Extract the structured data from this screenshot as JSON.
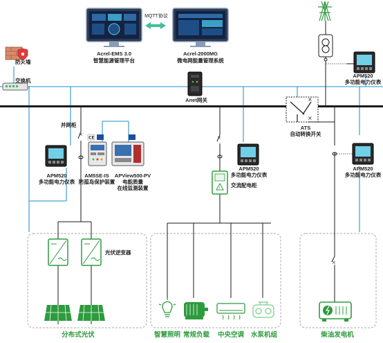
{
  "colors": {
    "bus": "#1a1a1a",
    "comm_line": "#4aa3d8",
    "green": "#2d9b3e",
    "dashed_box": "#aaaaaa"
  },
  "top": {
    "protocol": "MQTT协议",
    "ems_name": "Acrel-EMS 3.0",
    "ems_desc": "智慧能源管理平台",
    "mg_name": "Acrel-2000MG",
    "mg_desc": "微电网能量管理系统"
  },
  "network": {
    "firewall": "防火墙",
    "switch": "交换机",
    "gateway": "Anet网关"
  },
  "meters": {
    "apm_model": "APM520",
    "apm_desc": "多功能电力仪表"
  },
  "ats": {
    "name": "ATS",
    "desc": "自动转换开关"
  },
  "pv_branch": {
    "grid_cabinet": "并网柜",
    "amsse_name": "AM5SE-IS",
    "amsse_desc": "防孤岛保护装置",
    "apview_name": "APView500-PV",
    "apview_desc1": "电能质量",
    "apview_desc2": "在线监测装置",
    "inverter": "光伏逆变器",
    "pv_label": "分布式光伏"
  },
  "ac_branch": {
    "cabinet": "交流配电柜"
  },
  "loads": {
    "lighting": "智慧照明",
    "normal": "常规负载",
    "ac": "中央空调",
    "pump": "水泵机组"
  },
  "generator": {
    "label": "柴油发电机"
  }
}
